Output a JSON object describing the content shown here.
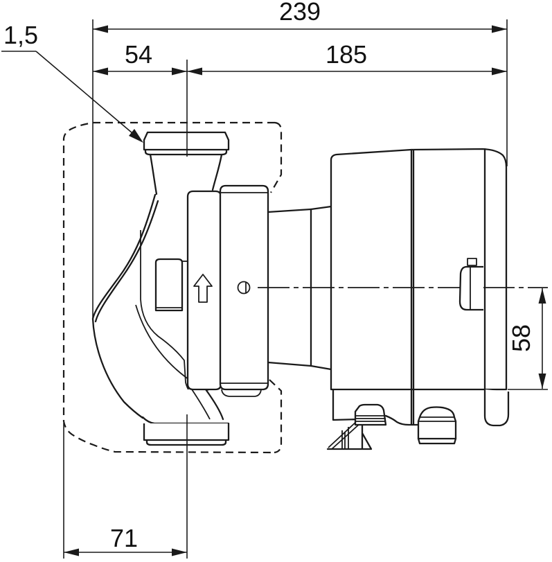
{
  "labels": {
    "total_length": "239",
    "front_section": "54",
    "rear_section": "185",
    "clearance": "1,5",
    "axis_to_base": "58",
    "shell_front": "71"
  },
  "colors": {
    "line": "#1a1a1a",
    "background": "#ffffff"
  },
  "symbols": {
    "flow_direction": "up-arrow",
    "vent_plug": "circle-with-bar"
  }
}
